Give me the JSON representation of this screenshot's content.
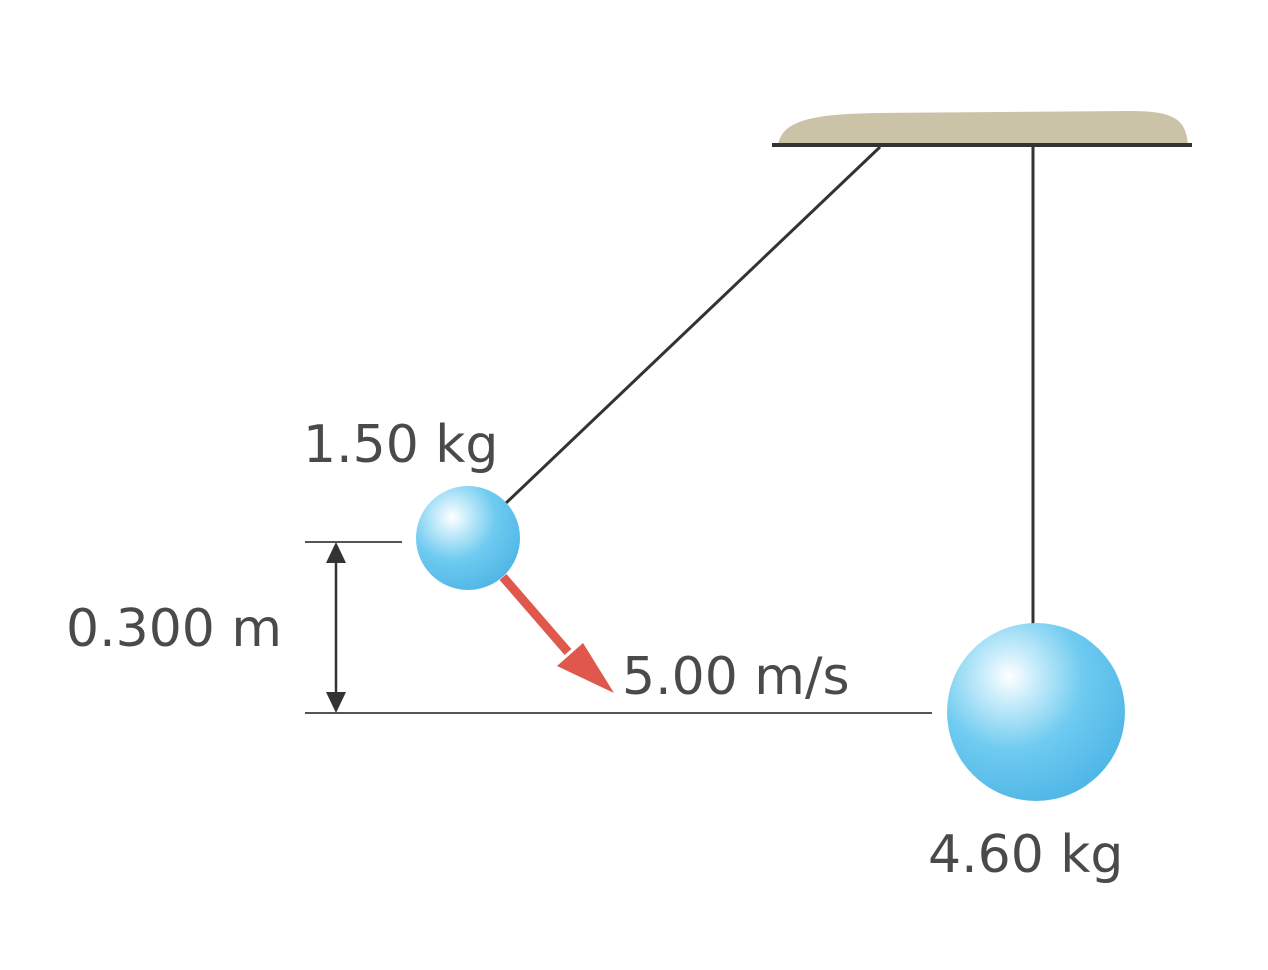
{
  "labels": {
    "small_mass": "1.50 kg",
    "large_mass": "4.60 kg",
    "height": "0.300 m",
    "velocity": "5.00 m/s"
  },
  "colors": {
    "ceiling": "#cbc3a8",
    "string": "#333333",
    "ball": "#5bc2ec",
    "arrow": "#e0574b",
    "dimension": "#333333",
    "text": "#4a4a4a"
  }
}
